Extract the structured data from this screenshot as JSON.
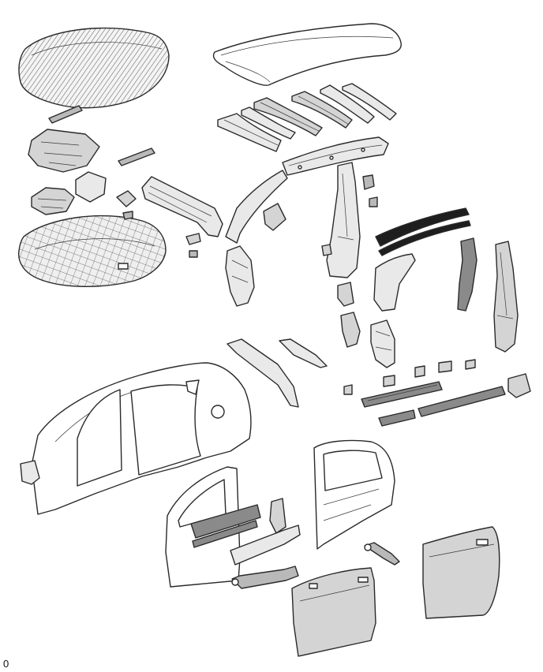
{
  "figure_id": "0",
  "colors": {
    "line": "#2a2a2a",
    "panel_light": "#e9e9e9",
    "panel_mid": "#d4d4d4",
    "panel_dark": "#b9b9b9",
    "weatherstrip": "#1e1e1e"
  },
  "parts": [
    "hood-outer-panel",
    "roof-panel",
    "roof-reinforcement-front",
    "roof-bow-1",
    "roof-bow-2",
    "roof-bow-3",
    "roof-side-rail",
    "cowl-panel",
    "dash-brackets",
    "hood-inner-panel",
    "front-pillar",
    "center-pillar-inner",
    "center-pillar-reinforcement",
    "roof-weatherstrip",
    "quarter-pillar",
    "rocker-panel-inner",
    "rocker-panel-outer",
    "body-side-outer-panel",
    "front-door-frame",
    "rear-door-frame",
    "front-door-outer-panel",
    "rear-door-outer-panel",
    "door-check-front",
    "door-check-rear"
  ]
}
